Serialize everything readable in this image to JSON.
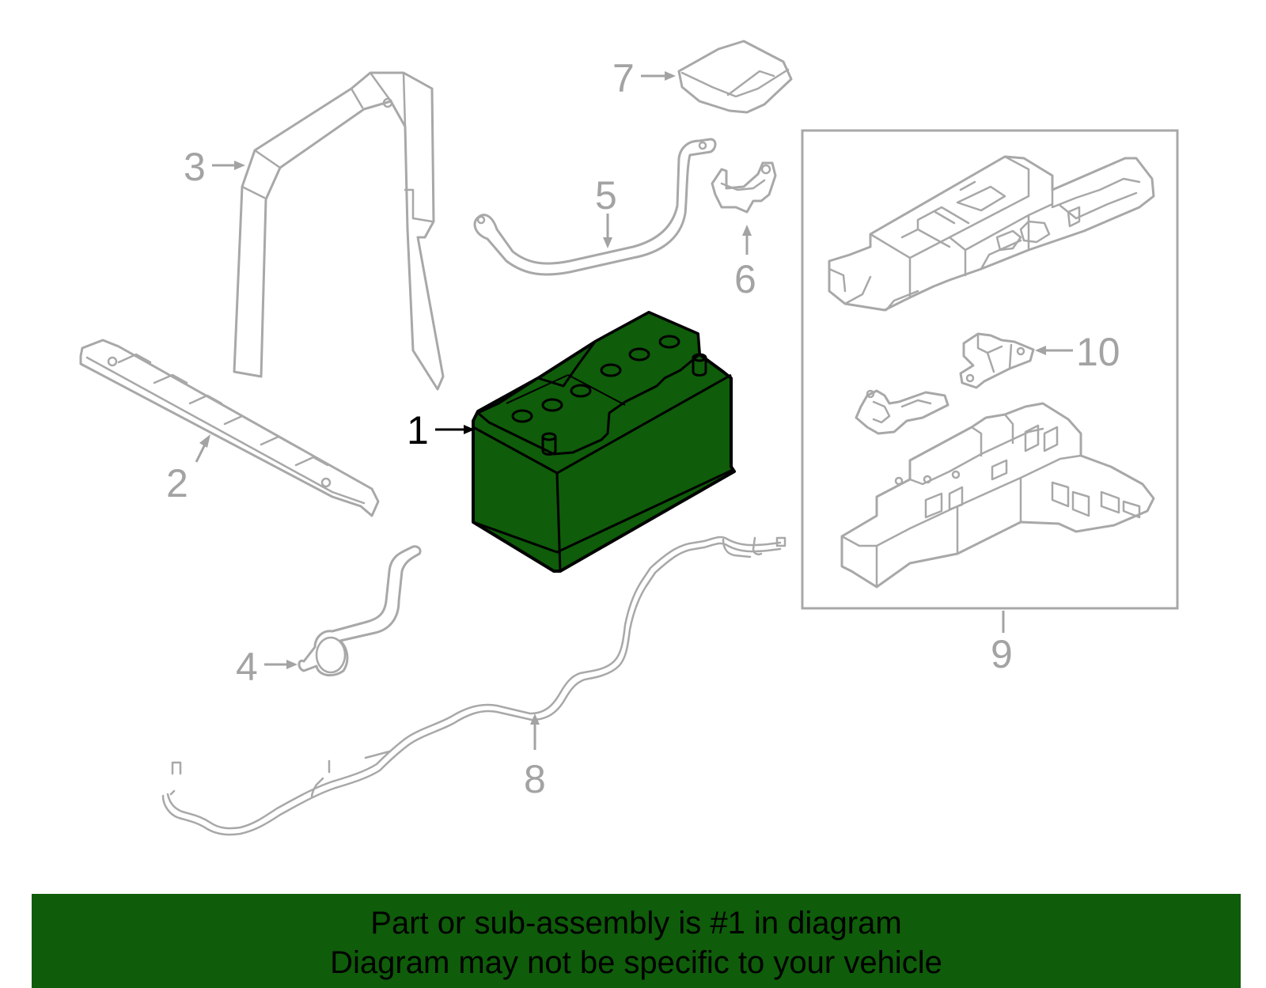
{
  "diagram": {
    "callouts": {
      "p1": "1",
      "p2": "2",
      "p3": "3",
      "p4": "4",
      "p5": "5",
      "p6": "6",
      "p7": "7",
      "p8": "8",
      "p9": "9",
      "p10": "10"
    },
    "highlighted_part": "1",
    "colors": {
      "highlight_fill": "#0f5c0a",
      "line_art": "#a8a8a8",
      "banner": "#0f5c0a"
    }
  },
  "banner": {
    "line1": "Part or sub-assembly is #1 in diagram",
    "line2": "Diagram may not be specific to your vehicle"
  }
}
